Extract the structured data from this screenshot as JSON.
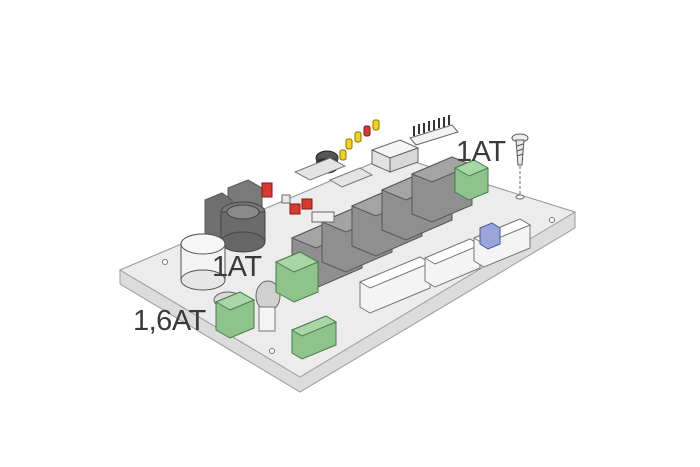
{
  "diagram": {
    "labels": {
      "fuse_top": "1AT",
      "fuse_middle": "1AT",
      "fuse_left": "1,6AT"
    }
  },
  "colors": {
    "board": "#ececec",
    "board_edge": "#bdbdbd",
    "relay": "#8f8f8f",
    "terminal": "#8ec48c",
    "terminal_white": "#f4f4f4",
    "jumper_red": "#d93a2f",
    "led_yellow": "#f2d21c",
    "highlight_blue": "#9aa6da",
    "ink": "#3a3a3a"
  }
}
